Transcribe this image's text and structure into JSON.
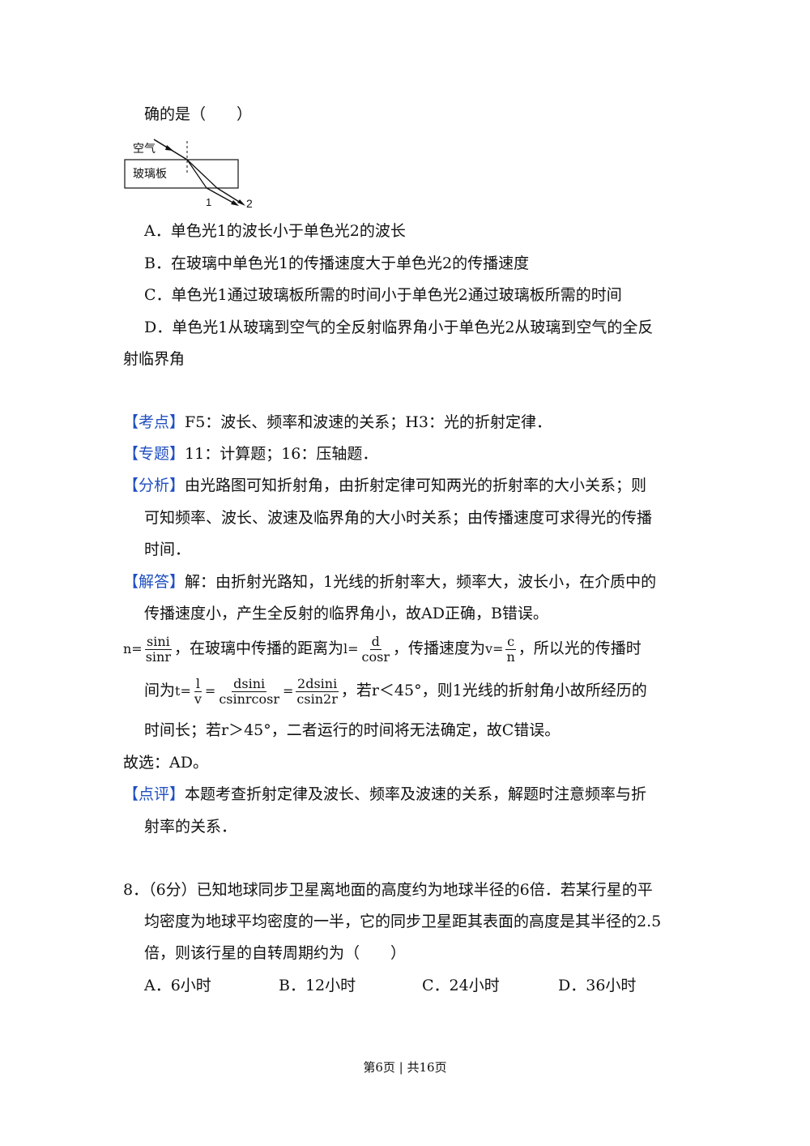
{
  "q7": {
    "stem_tail": "确的是（　　）",
    "diagram": {
      "air_label": "空气",
      "glass_label": "玻璃板",
      "ray1": "1",
      "ray2": "2"
    },
    "options": {
      "A": "A．单色光1的波长小于单色光2的波长",
      "B": "B．在玻璃中单色光1的传播速度大于单色光2的传播速度",
      "C": "C．单色光1通过玻璃板所需的时间小于单色光2通过玻璃板所需的时间",
      "D1": "D．单色光1从玻璃到空气的全反射临界角小于单色光2从玻璃到空气的全反",
      "D2": "射临界角"
    }
  },
  "analysis": {
    "kaodian": {
      "tag": "【考点】",
      "text": "F5：波长、频率和波速的关系；H3：光的折射定律．"
    },
    "zhuanti": {
      "tag": "【专题】",
      "text": "11：计算题；16：压轴题．"
    },
    "fenxi": {
      "tag": "【分析】",
      "line1": "由光路图可知折射角，由折射定律可知两光的折射率的大小关系；则",
      "line2": "可知频率、波长、波速及临界角的大小时关系；由传播速度可求得光的传播",
      "line3": "时间．"
    },
    "jieda": {
      "tag": "【解答】",
      "line1": "解：由折射光路知，1光线的折射率大，频率大，波长小，在介质中的",
      "line2": "传播速度小，产生全反射的临界角小，故AD正确，B错误。"
    },
    "formula1": {
      "n_pre": "n=",
      "n_num": "sini",
      "n_den": "sinr",
      "t1": "，在玻璃中传播的距离为",
      "l_pre": "l=",
      "l_num": "d",
      "l_den": "cosr",
      "t2": "，传播速度为",
      "v_pre": "v=",
      "v_num": "c",
      "v_den": "n",
      "t3": "，所以光的传播时"
    },
    "formula2": {
      "lead": "间为",
      "t_pre": "t=",
      "f1_num": "l",
      "f1_den": "v",
      "eq1": "=",
      "f2_num": "dsini",
      "f2_den": "csinrcosr",
      "eq2": "=",
      "f3_num": "2dsini",
      "f3_den": "csin2r",
      "tail": "，若r＜45°，则1光线的折射角小故所经历的"
    },
    "line_after": "时间长；若r＞45°，二者运行的时间将无法确定，故C错误。",
    "answer": "故选：AD。",
    "dianping": {
      "tag": "【点评】",
      "line1": "本题考查折射定律及波长、频率及波速的关系，解题时注意频率与折",
      "line2": "射率的关系．"
    }
  },
  "q8": {
    "line1": "8．（6分）已知地球同步卫星离地面的高度约为地球半径的6倍．若某行星的平",
    "line2": "均密度为地球平均密度的一半，它的同步卫星距其表面的高度是其半径的2.5",
    "line3": "倍，则该行星的自转周期约为（　　）",
    "options": [
      "A．6小时",
      "B．12小时",
      "C．24小时",
      "D．36小时"
    ]
  },
  "footer": "第6页 | 共16页"
}
